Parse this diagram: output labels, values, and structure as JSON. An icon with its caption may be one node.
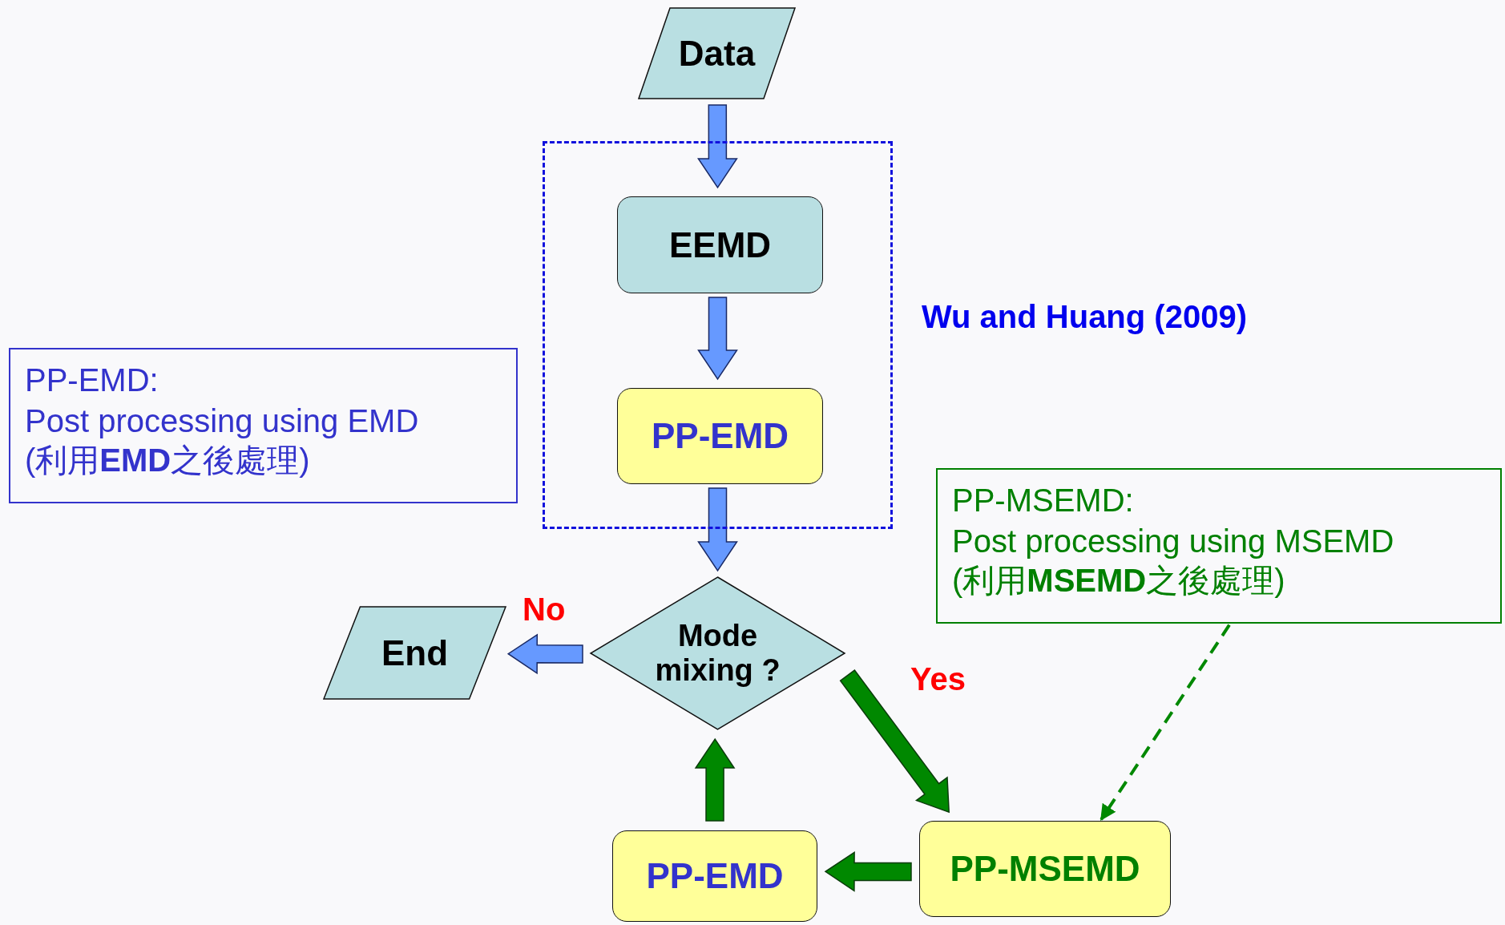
{
  "diagram": {
    "nodes": [
      {
        "text": [
          "Data"
        ]
      },
      {
        "text": [],
        "shape": "box",
        "beside": [
          "Wu and Huang (2009)"
        ]
      },
      {
        "text": [
          "EEMD"
        ],
        "in": 1
      },
      {
        "text": [
          "PP-EMD"
        ],
        "in": 1
      },
      {
        "text": [
          "PP-EMD:",
          "Post processing using EMD (利用**EMD**之後處理)"
        ]
      },
      {
        "text": [
          "PP-MSEMD:",
          "Post processing using MSEMD (利用**MSEMD**之後處理)"
        ]
      },
      {
        "text": [
          "Mode mixing ?"
        ]
      },
      {
        "text": [
          "End"
        ]
      },
      {
        "text": [
          "PP-EMD"
        ]
      },
      {
        "text": [
          "PP-MSEMD"
        ]
      }
    ],
    "edges": [
      {
        "from": 0,
        "to": 2,
        "arrow": "to"
      },
      {
        "from": 2,
        "to": 3,
        "arrow": "to"
      },
      {
        "from": 3,
        "to": 6,
        "arrow": "to"
      },
      {
        "from": 6,
        "to": 7,
        "arrow": "to",
        "label": "No"
      },
      {
        "from": 6,
        "to": 9,
        "arrow": "to",
        "label": "Yes",
        "color": "#008800"
      },
      {
        "from": 9,
        "to": 8,
        "arrow": "to",
        "color": "#008800"
      },
      {
        "from": 8,
        "to": 6,
        "arrow": "to",
        "color": "#008800"
      },
      {
        "from": 5,
        "to": 9,
        "arrow": "to",
        "style": "dashed",
        "color": "#008800"
      }
    ]
  }
}
